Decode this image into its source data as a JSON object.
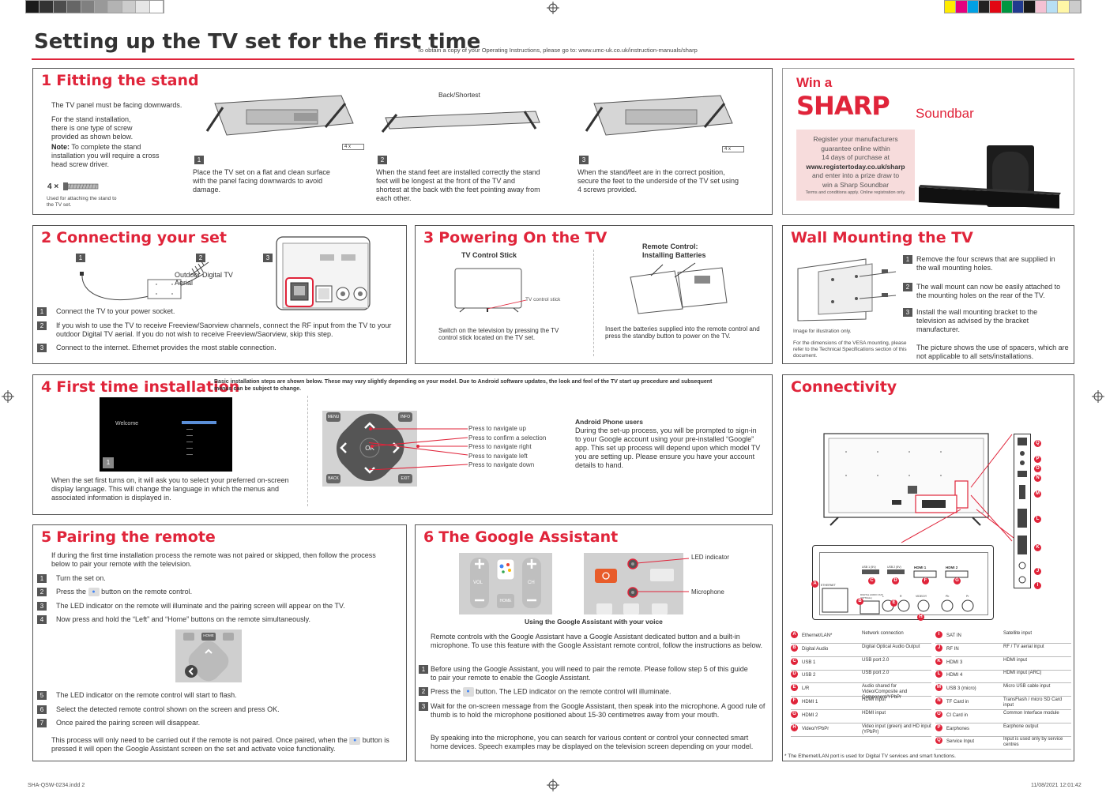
{
  "header": {
    "title": "Setting up the TV set for the first time",
    "subtitle": "To obtain a copy of your Operating Instructions, please go to: www.umc-uk.co.uk/instruction-manuals/sharp"
  },
  "colors": {
    "accent": "#e0243a",
    "border": "#555555",
    "soundbar_box": "#f7dcdc"
  },
  "swatches_left": [
    "#1a1a1a",
    "#333333",
    "#4d4d4d",
    "#666666",
    "#808080",
    "#999999",
    "#b3b3b3",
    "#cccccc",
    "#e6e6e6",
    "#ffffff"
  ],
  "swatches_right": [
    "#ffeb00",
    "#e5007e",
    "#00a0e3",
    "#222222",
    "#e20613",
    "#009640",
    "#213a8f",
    "#1a1a1a",
    "#f3c1d3",
    "#b7dff4",
    "#fff6a6",
    "#cccccc"
  ],
  "s1": {
    "num": "1",
    "title": "Fitting the stand",
    "p1": "The TV panel must be facing downwards.",
    "p2": "For the stand installation, there is one type of screw provided as shown below.",
    "note_label": "Note:",
    "note": "To complete the stand installation you will require a cross head screw driver.",
    "screw_count": "4 ×",
    "screw_caption": "Used for attaching the stand to the TV set.",
    "back_label": "Back/Shortest",
    "steps": [
      {
        "n": "1",
        "text": "Place the TV set on a flat and clean surface with the panel facing downwards to avoid damage."
      },
      {
        "n": "2",
        "text": "When the stand feet are installed correctly the stand feet will be longest at the front of the TV and shortest at the back with the feet pointing away from each other."
      },
      {
        "n": "3",
        "text": "When the stand/feet are in the correct position, secure the feet to the underside of the TV set using 4 screws provided."
      }
    ],
    "screw_tag": "4 x"
  },
  "win": {
    "win_a": "Win a",
    "brand": "SHARP",
    "product": "Soundbar",
    "reg": [
      "Register your manufacturers",
      "guarantee online within",
      "14 days of purchase  at"
    ],
    "url": "www.registertoday.co.uk/sharp",
    "reg2": [
      "and enter into a prize draw to",
      "win a Sharp Soundbar"
    ],
    "terms": "Terms and conditions apply. Online registration only."
  },
  "s2": {
    "num": "2",
    "title": "Connecting your set",
    "tabs": [
      "1",
      "2",
      "3"
    ],
    "aerial": "Outdoor Digital TV Aerial",
    "steps": [
      {
        "n": "1",
        "text": "Connect the TV to your power socket."
      },
      {
        "n": "2",
        "text": "If you wish to use the TV to receive Freeview/Saorview channels, connect the RF input from the TV to your outdoor Digital TV aerial. If you do not wish to receive Freeview/Saorview, skip this step."
      },
      {
        "n": "3",
        "text": "Connect to the internet. Ethernet provides the most stable connection."
      }
    ]
  },
  "s3": {
    "num": "3",
    "title": "Powering On the TV",
    "stick_title": "TV Control Stick",
    "stick_label": "TV control stick",
    "stick_text": "Switch on the television by pressing the TV control stick located on the TV set.",
    "remote_title": "Remote Control: Installing Batteries",
    "remote_text": "Insert the batteries supplied into the remote control and press the standby button to power on the TV."
  },
  "wall": {
    "title": "Wall Mounting the TV",
    "caption": "Image for illustration only.",
    "vesa": "For the dimensions of the VESA mounting, please refer to the Technical Specifications section of this document.",
    "steps": [
      {
        "n": "1",
        "text": "Remove the four screws that are supplied in the wall mounting holes."
      },
      {
        "n": "2",
        "text": "The wall mount can now be easily attached to the mounting holes on the rear of the TV."
      },
      {
        "n": "3",
        "text": "Install the wall mounting bracket to the television as advised by the bracket manufacturer."
      }
    ],
    "spacers": "The picture shows the use of spacers, which are not applicable to all sets/installations."
  },
  "s4": {
    "num": "4",
    "title": "First time installation",
    "intro": "Basic installation steps are shown below. These may vary slightly depending on your model. Due to Android software updates, the look and feel of the TV start up procedure and subsequent menus can be subject to change.",
    "welcome": "Welcome",
    "tile": "1",
    "welcome_text": "When the set first turns on, it will ask you to select your preferred on-screen display language. This will change the language in which the menus and associated information is displayed in.",
    "remote_buttons": {
      "menu": "MENU",
      "info": "INFO",
      "ok": "OK",
      "back": "BACK",
      "exit": "EXIT"
    },
    "nav": [
      "Press to navigate up",
      "Press to confirm a selection",
      "Press to navigate right",
      "Press to navigate left",
      "Press to navigate down"
    ],
    "android_title": "Android Phone users",
    "android_text": "During the set-up process, you will be prompted to sign-in to your Google account using your pre-installed “Google” app. This set up process will depend upon which model TV you are setting up. Please ensure you have your account details to hand."
  },
  "conn": {
    "title": "Connectivity",
    "side_letters": [
      "Q",
      "P",
      "O",
      "N",
      "M",
      "L",
      "K",
      "J",
      "I"
    ],
    "panel_letters": [
      "A",
      "B",
      "C",
      "D",
      "E",
      "F",
      "G",
      "H"
    ],
    "rows_left": [
      {
        "l": "A",
        "name": "Ethernet/LAN*",
        "desc": "Network connection"
      },
      {
        "l": "B",
        "name": "Digital Audio",
        "desc": "Digital Optical Audio Output"
      },
      {
        "l": "C",
        "name": "USB 1",
        "desc": "USB port 2.0"
      },
      {
        "l": "D",
        "name": "USB 2",
        "desc": "USB port 2.0"
      },
      {
        "l": "E",
        "name": "L/R",
        "desc": "Audio shared for Video/Composite and Component/YPbPr"
      },
      {
        "l": "F",
        "name": "HDMI 1",
        "desc": "HDMI input"
      },
      {
        "l": "G",
        "name": "HDMI 2",
        "desc": "HDMI input"
      },
      {
        "l": "H",
        "name": "Video/YPbPr",
        "desc": "Video input (green) and HD input (YPbPr)"
      }
    ],
    "rows_right": [
      {
        "l": "I",
        "name": "SAT IN",
        "desc": "Satellite input"
      },
      {
        "l": "J",
        "name": "RF IN",
        "desc": "RF / TV aerial input"
      },
      {
        "l": "K",
        "name": "HDMI 3",
        "desc": "HDMI input"
      },
      {
        "l": "L",
        "name": "HDMI 4",
        "desc": "HDMI input (ARC)"
      },
      {
        "l": "M",
        "name": "USB 3 (micro)",
        "desc": "Micro USB cable input"
      },
      {
        "l": "N",
        "name": "TF Card in",
        "desc": "TransFlash / micro SD Card input"
      },
      {
        "l": "O",
        "name": "CI Card in",
        "desc": "Common Interface module"
      },
      {
        "l": "P",
        "name": "Earphones",
        "desc": "Earphone output"
      },
      {
        "l": "Q",
        "name": "Service Input",
        "desc": "Input is used only by service centres"
      }
    ],
    "footnote": "* The Ethernet/LAN port is used for Digital TV services and smart functions.",
    "port_labels": {
      "usb1": "USB 1 (5V)",
      "usb2": "USB 2 (5V)",
      "hdmi1": "HDMI 1",
      "hdmi2": "HDMI 2",
      "eth": "ETHERNET",
      "opt": "DIGITAL AUDIO OUT (OPTICAL)",
      "video": "VIDEO/Y",
      "l": "L",
      "r": "R",
      "pb": "Pb",
      "pr": "Pr"
    }
  },
  "s5": {
    "num": "5",
    "title": "Pairing the remote",
    "intro": "If during the first time installation process the remote was not paired or skipped, then follow the process below to pair your remote with the television.",
    "steps": [
      {
        "n": "1",
        "text": "Turn the set on."
      },
      {
        "n": "2",
        "text_a": "Press the",
        "text_b": "button on the remote control."
      },
      {
        "n": "3",
        "text": "The LED indicator on the remote will illuminate and the pairing screen will appear on the TV."
      },
      {
        "n": "4",
        "text": "Now press and hold the “Left” and “Home” buttons on the remote simultaneously."
      },
      {
        "n": "5",
        "text": "The LED indicator on the remote control will start to flash."
      },
      {
        "n": "6",
        "text": "Select the detected remote control shown on the screen and press OK."
      },
      {
        "n": "7",
        "text": "Once paired the pairing screen will disappear."
      }
    ],
    "outro": "This process will only need to be carried out if the remote is not paired. Once paired, when the",
    "outro_b": "button is pressed it will open the Google Assistant screen on the set and activate voice functionality.",
    "home": "HOME"
  },
  "s6": {
    "num": "6",
    "title": "The Google Assistant",
    "led": "LED indicator",
    "mic": "Microphone",
    "vol": "VOL",
    "ch": "CH",
    "home": "HOME",
    "caption": "Using the Google Assistant with your voice",
    "intro": "Remote controls with the Google Assistant have a Google Assistant dedicated button and a built-in microphone. To use this feature with the Google Assistant remote control, follow the instructions as below.",
    "steps": [
      {
        "n": "1",
        "text": "Before using the Google Assistant, you will need to pair the remote. Please follow step 5 of this guide to pair your remote to enable the Google Assistant."
      },
      {
        "n": "2",
        "text_a": "Press the",
        "text_b": "button. The LED indicator on the remote control will illuminate."
      },
      {
        "n": "3",
        "text": "Wait for the on-screen message from the Google Assistant, then speak into the microphone. A good rule of thumb is to hold the microphone positioned about 15-30 centimetres away from your mouth."
      }
    ],
    "outro": "By speaking into the microphone, you can search for various content or control your connected smart home devices. Speech examples may be displayed on the television screen depending on your model."
  },
  "footer": {
    "file": "SHA-QSW-0234.indd   2",
    "date": "11/08/2021   12:01:42"
  }
}
